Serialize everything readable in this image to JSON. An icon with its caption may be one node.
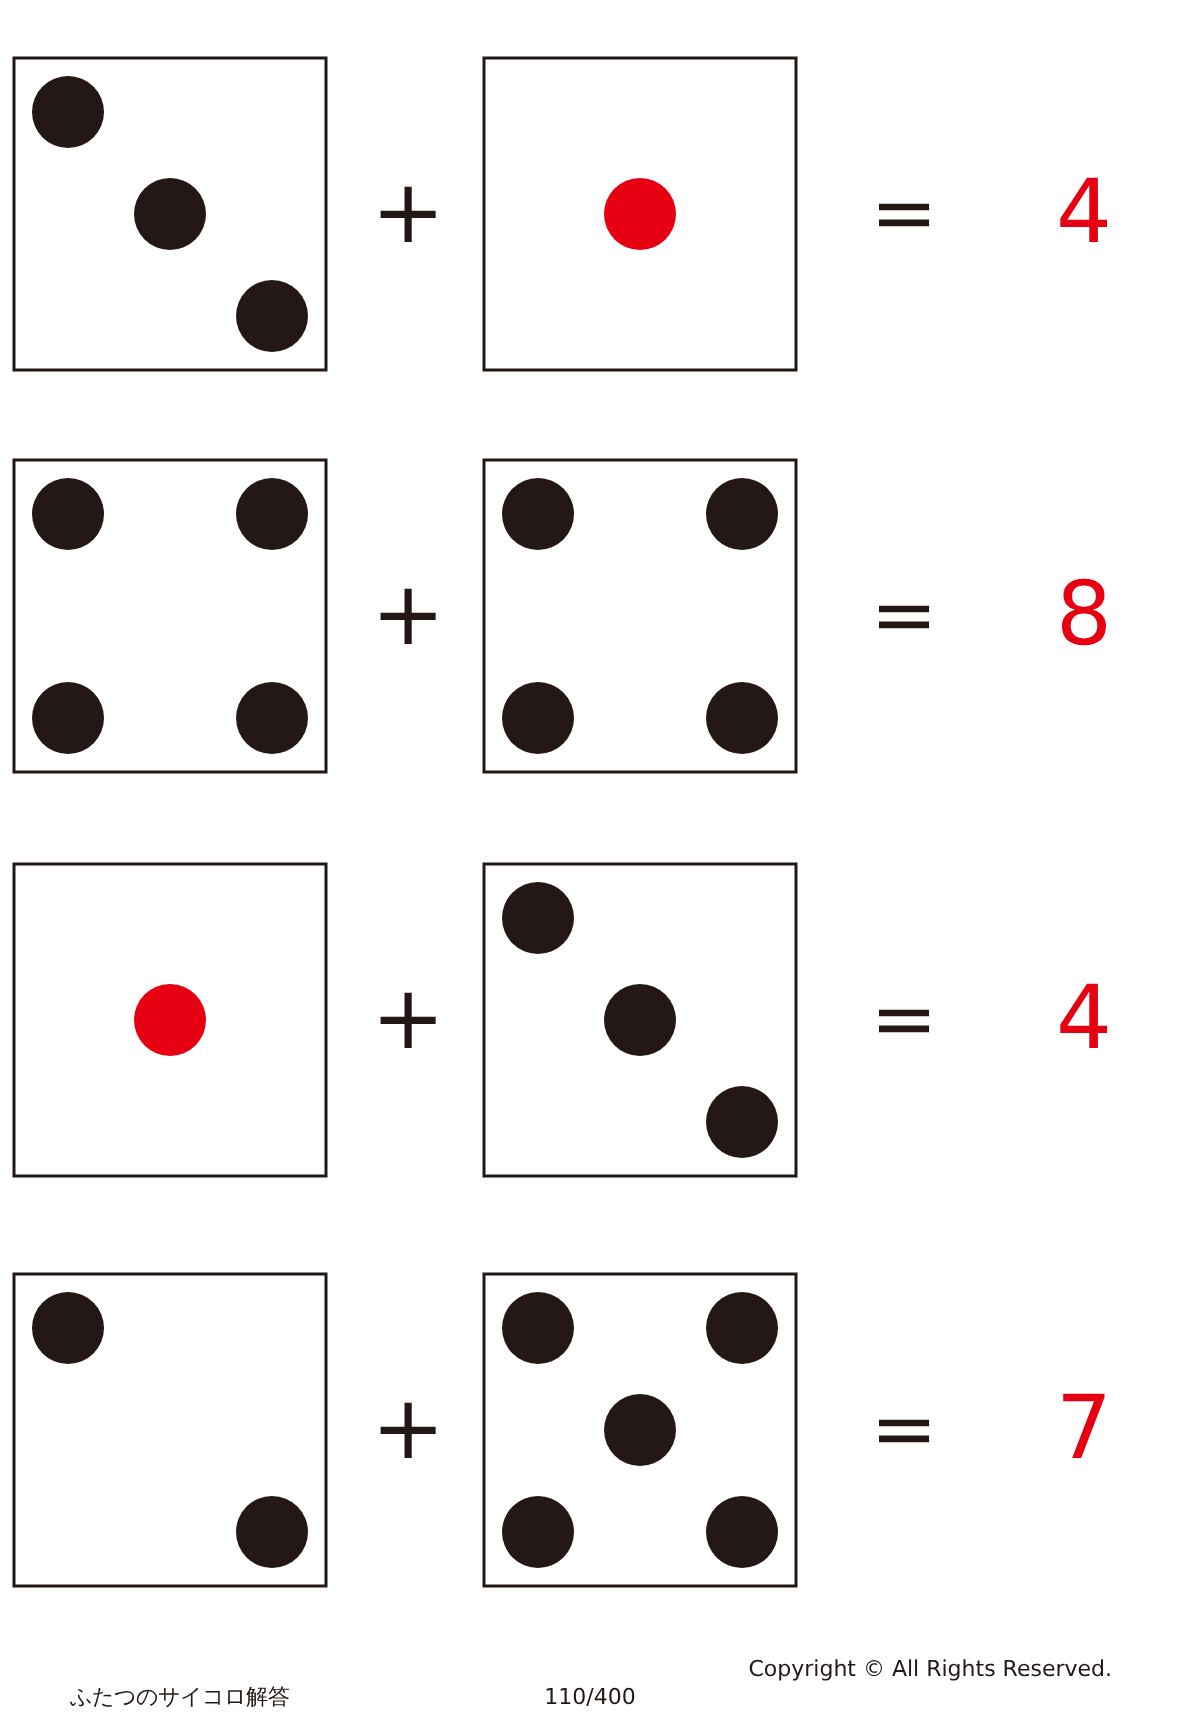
{
  "diagram": {
    "labels": [
      "+",
      "=",
      "4",
      "+",
      "=",
      "8",
      "+",
      "=",
      "4",
      "+",
      "=",
      "7",
      "ふたつのサイコロ解答",
      "110/400",
      "Copyright © All Rights Reserved."
    ]
  }
}
